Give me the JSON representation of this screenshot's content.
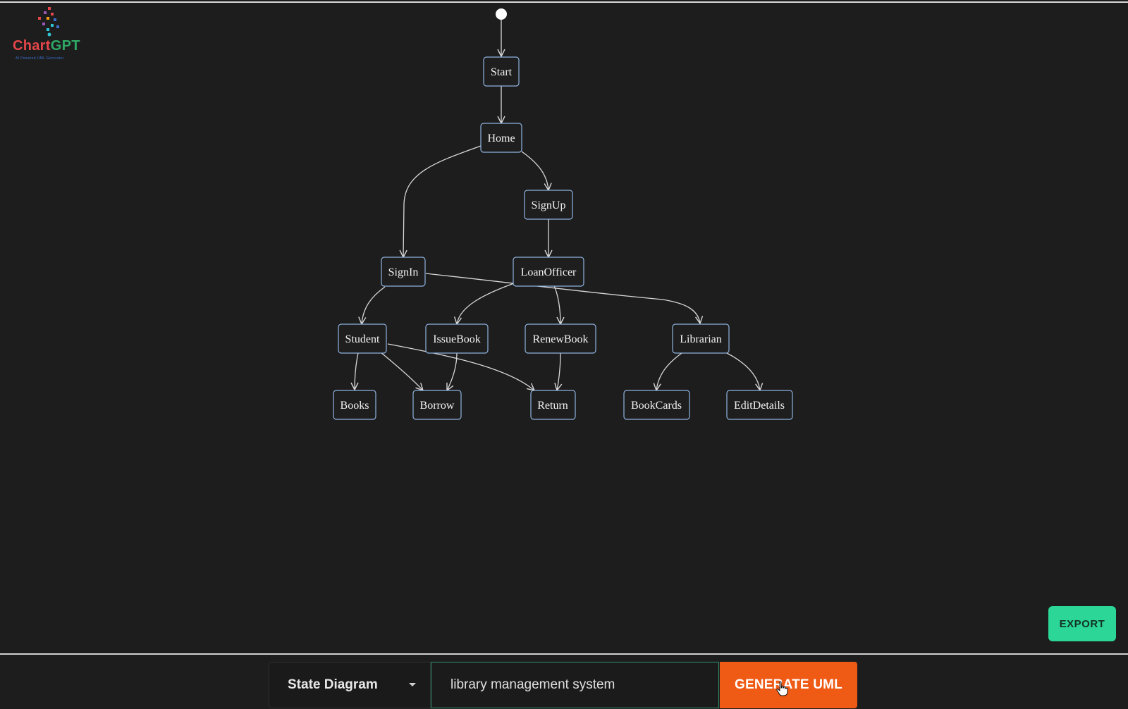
{
  "app": {
    "logo_text_red": "Chart",
    "logo_text_green": "GPT",
    "logo_tagline": "AI Powered UML Generator"
  },
  "diagram": {
    "nodes": {
      "start": "Start",
      "home": "Home",
      "signup": "SignUp",
      "signin": "SignIn",
      "loanofficer": "LoanOfficer",
      "student": "Student",
      "issuebook": "IssueBook",
      "renewbook": "RenewBook",
      "librarian": "Librarian",
      "books": "Books",
      "borrow": "Borrow",
      "return": "Return",
      "bookcards": "BookCards",
      "editdetails": "EditDetails"
    },
    "transitions": [
      [
        "initial",
        "start"
      ],
      [
        "start",
        "home"
      ],
      [
        "home",
        "signin"
      ],
      [
        "home",
        "signup"
      ],
      [
        "signup",
        "loanofficer"
      ],
      [
        "signin",
        "student"
      ],
      [
        "signin",
        "librarian"
      ],
      [
        "loanofficer",
        "issuebook"
      ],
      [
        "loanofficer",
        "renewbook"
      ],
      [
        "student",
        "books"
      ],
      [
        "student",
        "borrow"
      ],
      [
        "student",
        "return"
      ],
      [
        "issuebook",
        "borrow"
      ],
      [
        "renewbook",
        "return"
      ],
      [
        "librarian",
        "bookcards"
      ],
      [
        "librarian",
        "editdetails"
      ]
    ]
  },
  "toolbar": {
    "export_label": "EXPORT",
    "diagram_type": "State Diagram",
    "prompt_value": "library management system",
    "generate_label": "GENERATE UML"
  },
  "colors": {
    "background": "#1d1d1d",
    "node_stroke": "#8fb3e0",
    "edge": "#d8d8d8",
    "export": "#2bd696",
    "generate": "#ef5a14",
    "input_border": "#2e8f6c"
  },
  "icons": {
    "caret": "chevron-down-icon",
    "cursor": "hand-pointer-icon"
  }
}
